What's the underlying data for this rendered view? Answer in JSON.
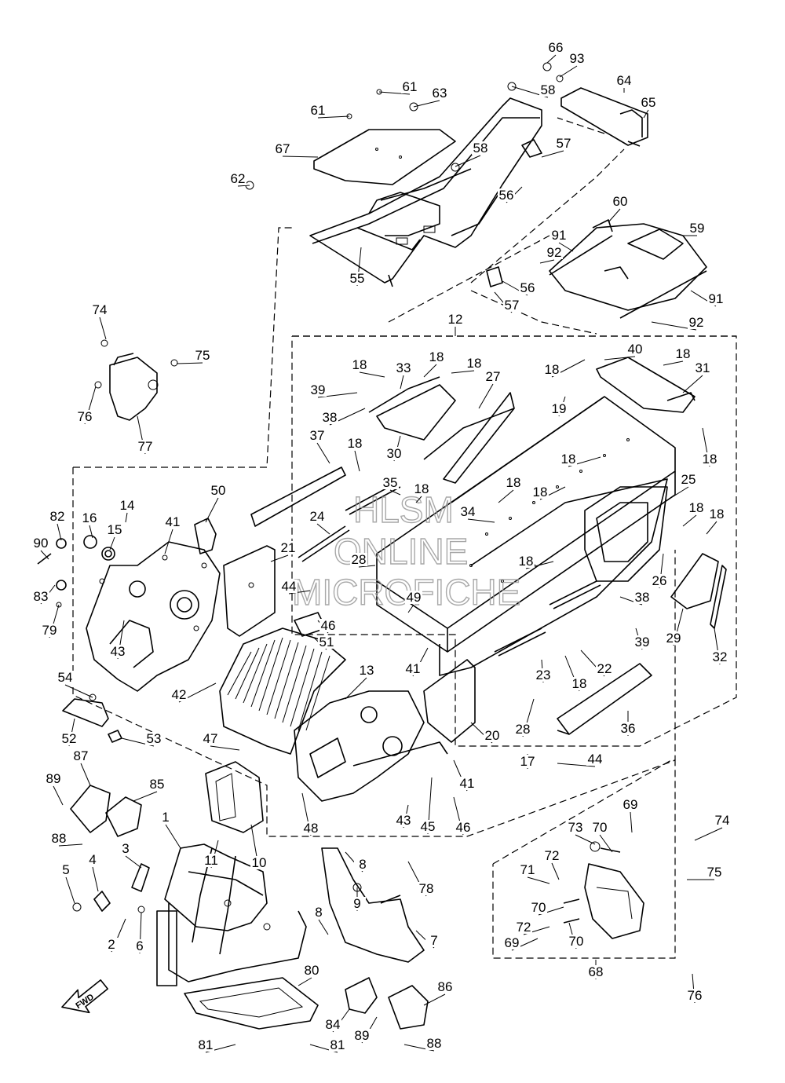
{
  "diagram": {
    "watermark": {
      "line1": "HLSM",
      "line2": "ONLINE",
      "line3": "MICROFICHE"
    },
    "fwd_label": "FWD",
    "callouts": [
      {
        "id": "c66",
        "text": "66"
      },
      {
        "id": "c93",
        "text": "93"
      },
      {
        "id": "c64",
        "text": "64"
      },
      {
        "id": "c65",
        "text": "65"
      },
      {
        "id": "c61a",
        "text": "61"
      },
      {
        "id": "c61b",
        "text": "61"
      },
      {
        "id": "c63",
        "text": "63"
      },
      {
        "id": "c58a",
        "text": "58"
      },
      {
        "id": "c58b",
        "text": "58"
      },
      {
        "id": "c57a",
        "text": "57"
      },
      {
        "id": "c67",
        "text": "67"
      },
      {
        "id": "c62",
        "text": "62"
      },
      {
        "id": "c56a",
        "text": "56"
      },
      {
        "id": "c60",
        "text": "60"
      },
      {
        "id": "c59",
        "text": "59"
      },
      {
        "id": "c91a",
        "text": "91"
      },
      {
        "id": "c92a",
        "text": "92"
      },
      {
        "id": "c56b",
        "text": "56"
      },
      {
        "id": "c57b",
        "text": "57"
      },
      {
        "id": "c91b",
        "text": "91"
      },
      {
        "id": "c92b",
        "text": "92"
      },
      {
        "id": "c55",
        "text": "55"
      },
      {
        "id": "c12",
        "text": "12"
      },
      {
        "id": "c74a",
        "text": "74"
      },
      {
        "id": "c75a",
        "text": "75"
      },
      {
        "id": "c76a",
        "text": "76"
      },
      {
        "id": "c77",
        "text": "77"
      },
      {
        "id": "c40",
        "text": "40"
      },
      {
        "id": "c18a",
        "text": "18"
      },
      {
        "id": "c18b",
        "text": "18"
      },
      {
        "id": "c18c",
        "text": "18"
      },
      {
        "id": "c18d",
        "text": "18"
      },
      {
        "id": "c18e",
        "text": "18"
      },
      {
        "id": "c33",
        "text": "33"
      },
      {
        "id": "c31",
        "text": "31"
      },
      {
        "id": "c39a",
        "text": "39"
      },
      {
        "id": "c27",
        "text": "27"
      },
      {
        "id": "c19",
        "text": "19"
      },
      {
        "id": "c38a",
        "text": "38"
      },
      {
        "id": "c30",
        "text": "30"
      },
      {
        "id": "c18f",
        "text": "18"
      },
      {
        "id": "c37",
        "text": "37"
      },
      {
        "id": "c18g",
        "text": "18"
      },
      {
        "id": "c18h",
        "text": "18"
      },
      {
        "id": "c25",
        "text": "25"
      },
      {
        "id": "c35",
        "text": "35"
      },
      {
        "id": "c18i",
        "text": "18"
      },
      {
        "id": "c18j",
        "text": "18"
      },
      {
        "id": "c18k",
        "text": "18"
      },
      {
        "id": "c50",
        "text": "50"
      },
      {
        "id": "c14",
        "text": "14"
      },
      {
        "id": "c34",
        "text": "34"
      },
      {
        "id": "c18l",
        "text": "18"
      },
      {
        "id": "c82",
        "text": "82"
      },
      {
        "id": "c16",
        "text": "16"
      },
      {
        "id": "c41a",
        "text": "41"
      },
      {
        "id": "c24",
        "text": "24"
      },
      {
        "id": "c15",
        "text": "15"
      },
      {
        "id": "c90",
        "text": "90"
      },
      {
        "id": "c21",
        "text": "21"
      },
      {
        "id": "c28a",
        "text": "28"
      },
      {
        "id": "c26",
        "text": "26"
      },
      {
        "id": "c18m",
        "text": "18"
      },
      {
        "id": "c18n",
        "text": "18"
      },
      {
        "id": "c83",
        "text": "83"
      },
      {
        "id": "c44a",
        "text": "44"
      },
      {
        "id": "c49",
        "text": "49"
      },
      {
        "id": "c38b",
        "text": "38"
      },
      {
        "id": "c79",
        "text": "79"
      },
      {
        "id": "c46a",
        "text": "46"
      },
      {
        "id": "c43a",
        "text": "43"
      },
      {
        "id": "c51",
        "text": "51"
      },
      {
        "id": "c39b",
        "text": "39"
      },
      {
        "id": "c29",
        "text": "29"
      },
      {
        "id": "c32",
        "text": "32"
      },
      {
        "id": "c41b",
        "text": "41"
      },
      {
        "id": "c13",
        "text": "13"
      },
      {
        "id": "c22",
        "text": "22"
      },
      {
        "id": "c23",
        "text": "23"
      },
      {
        "id": "c18o",
        "text": "18"
      },
      {
        "id": "c54",
        "text": "54"
      },
      {
        "id": "c42",
        "text": "42"
      },
      {
        "id": "c52",
        "text": "52"
      },
      {
        "id": "c53",
        "text": "53"
      },
      {
        "id": "c28b",
        "text": "28"
      },
      {
        "id": "c36",
        "text": "36"
      },
      {
        "id": "c47",
        "text": "47"
      },
      {
        "id": "c20",
        "text": "20"
      },
      {
        "id": "c87",
        "text": "87"
      },
      {
        "id": "c17",
        "text": "17"
      },
      {
        "id": "c44b",
        "text": "44"
      },
      {
        "id": "c89a",
        "text": "89"
      },
      {
        "id": "c85",
        "text": "85"
      },
      {
        "id": "c41c",
        "text": "41"
      },
      {
        "id": "c69a",
        "text": "69"
      },
      {
        "id": "c43b",
        "text": "43"
      },
      {
        "id": "c45",
        "text": "45"
      },
      {
        "id": "c46b",
        "text": "46"
      },
      {
        "id": "c48",
        "text": "48"
      },
      {
        "id": "c1",
        "text": "1"
      },
      {
        "id": "c10",
        "text": "10"
      },
      {
        "id": "c74b",
        "text": "74"
      },
      {
        "id": "c73",
        "text": "73"
      },
      {
        "id": "c70a",
        "text": "70"
      },
      {
        "id": "c88a",
        "text": "88"
      },
      {
        "id": "c3",
        "text": "3"
      },
      {
        "id": "c11",
        "text": "11"
      },
      {
        "id": "c72a",
        "text": "72"
      },
      {
        "id": "c8a",
        "text": "8"
      },
      {
        "id": "c78",
        "text": "78"
      },
      {
        "id": "c75b",
        "text": "75"
      },
      {
        "id": "c4",
        "text": "4"
      },
      {
        "id": "c71",
        "text": "71"
      },
      {
        "id": "c5",
        "text": "5"
      },
      {
        "id": "c70b",
        "text": "70"
      },
      {
        "id": "c9",
        "text": "9"
      },
      {
        "id": "c2",
        "text": "2"
      },
      {
        "id": "c6",
        "text": "6"
      },
      {
        "id": "c8b",
        "text": "8"
      },
      {
        "id": "c7",
        "text": "7"
      },
      {
        "id": "c72b",
        "text": "72"
      },
      {
        "id": "c69b",
        "text": "69"
      },
      {
        "id": "c70c",
        "text": "70"
      },
      {
        "id": "c68",
        "text": "68"
      },
      {
        "id": "c80",
        "text": "80"
      },
      {
        "id": "c86",
        "text": "86"
      },
      {
        "id": "c84",
        "text": "84"
      },
      {
        "id": "c76b",
        "text": "76"
      },
      {
        "id": "c89b",
        "text": "89"
      },
      {
        "id": "c81a",
        "text": "81"
      },
      {
        "id": "c81b",
        "text": "81"
      },
      {
        "id": "c88b",
        "text": "88"
      }
    ]
  }
}
